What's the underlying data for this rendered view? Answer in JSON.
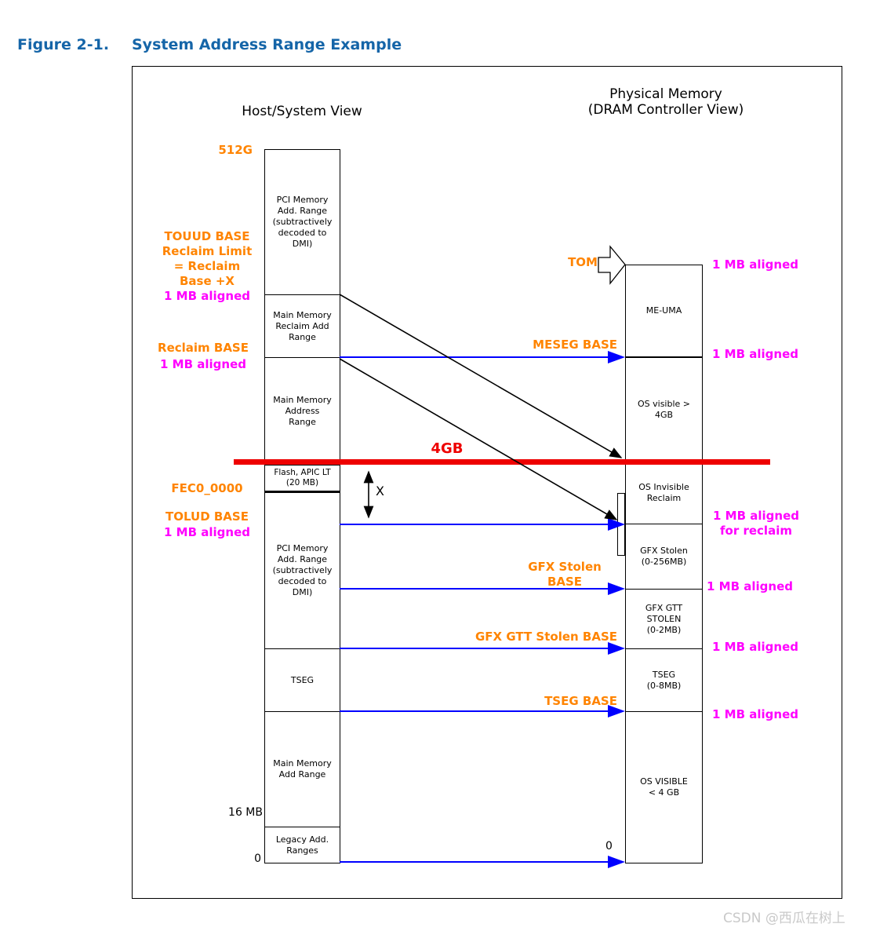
{
  "figure_title": {
    "number": "Figure 2-1.",
    "title": "System Address Range Example"
  },
  "headers": {
    "host": "Host/System View",
    "physical": "Physical Memory\n(DRAM Controller View)"
  },
  "left_stack": {
    "scale_top": "512G",
    "scale_16mb": "16 MB",
    "scale_zero": "0",
    "segments": [
      {
        "label": "PCI Memory\nAdd. Range\n(subtractively\ndecoded to\nDMI)"
      },
      {
        "label": "Main Memory\nReclaim Add\nRange"
      },
      {
        "label": "Main Memory\nAddress\nRange"
      },
      {
        "label": "Flash, APIC LT\n(20 MB)"
      },
      {
        "label": "PCI Memory\nAdd. Range\n(subtractively\ndecoded to\nDMI)"
      },
      {
        "label": "TSEG"
      },
      {
        "label": "Main Memory\nAdd Range"
      },
      {
        "label": "Legacy Add.\nRanges"
      }
    ]
  },
  "right_stack": {
    "zero_label": "0",
    "segments": [
      {
        "label": "ME-UMA"
      },
      {
        "label": "OS visible >\n4GB"
      },
      {
        "label": "OS Invisible\nReclaim"
      },
      {
        "label": "GFX Stolen\n(0-256MB)"
      },
      {
        "label": "GFX GTT\nSTOLEN\n(0-2MB)"
      },
      {
        "label": "TSEG\n(0-8MB)"
      },
      {
        "label": "OS VISIBLE\n< 4 GB"
      }
    ]
  },
  "pointer_labels": {
    "touud": "TOUUD BASE\nReclaim Limit\n= Reclaim\nBase +X",
    "touud_aligned": "1 MB aligned",
    "reclaim_base": "Reclaim BASE",
    "reclaim_base_aligned": "1 MB aligned",
    "fec0": "FEC0_0000",
    "tolud": "TOLUD BASE",
    "tolud_aligned": "1 MB aligned",
    "tom": "TOM",
    "meseg": "MESEG BASE",
    "gfx_stolen": "GFX Stolen\nBASE",
    "gfx_gtt": "GFX GTT Stolen BASE",
    "tseg": "TSEG BASE",
    "four_gb": "4GB",
    "x_gap": "X"
  },
  "aligned_labels": {
    "tom": "1 MB aligned",
    "meseg": "1 MB aligned",
    "reclaim": "1 MB aligned\nfor reclaim",
    "gfx_stolen": "1 MB aligned",
    "gfx_gtt": "1 MB aligned",
    "tseg": "1 MB aligned"
  },
  "watermark": "CSDN @西瓜在树上",
  "colors": {
    "title_blue": "#1565A8",
    "accent_orange": "#FF8400",
    "accent_magenta": "#FF00FF",
    "arrow_blue": "#0000FF",
    "line_red": "#EE0000"
  }
}
